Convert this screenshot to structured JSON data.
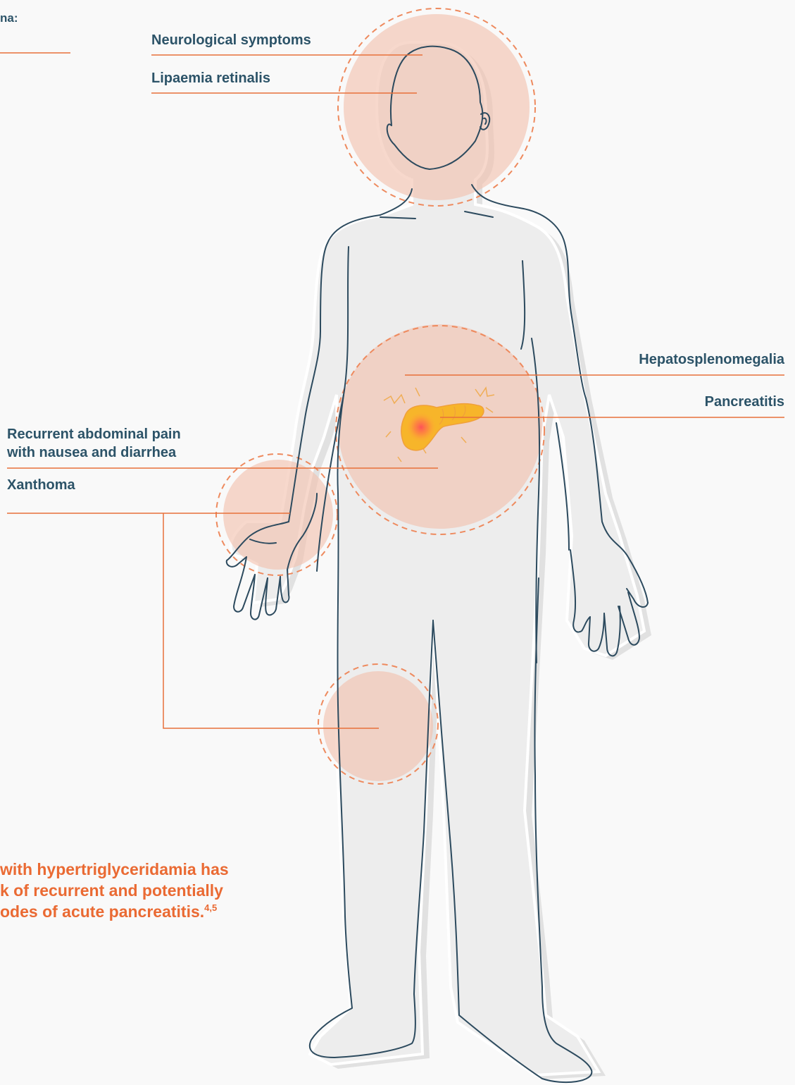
{
  "header": {
    "fragment": "na:"
  },
  "labels": {
    "neurological": "Neurological symptoms",
    "lipaemia": "Lipaemia retinalis",
    "hepatosplenomegalia": "Hepatosplenomegalia",
    "pancreatitis": "Pancreatitis",
    "abdominal_line1": "Recurrent abdominal pain",
    "abdominal_line2": "with nausea and diarrhea",
    "xanthoma": "Xanthoma"
  },
  "callout": {
    "line1": "with hypertriglyceridamia has",
    "line2": "k of recurrent and potentially",
    "line3": "odes of acute pancreatitis.",
    "refs": "4,5"
  },
  "colors": {
    "label_text": "#2c5368",
    "callout_text": "#ea6a33",
    "leader_line": "#e8703a",
    "body_fill": "#ededed",
    "body_outline": "#2c4a5e",
    "highlight_fill": "#f2c0ad",
    "dashed_ring": "#ee8a5e",
    "organ": "#f7b52a"
  },
  "icons": [
    "human-body-outline",
    "pancreas-icon"
  ]
}
